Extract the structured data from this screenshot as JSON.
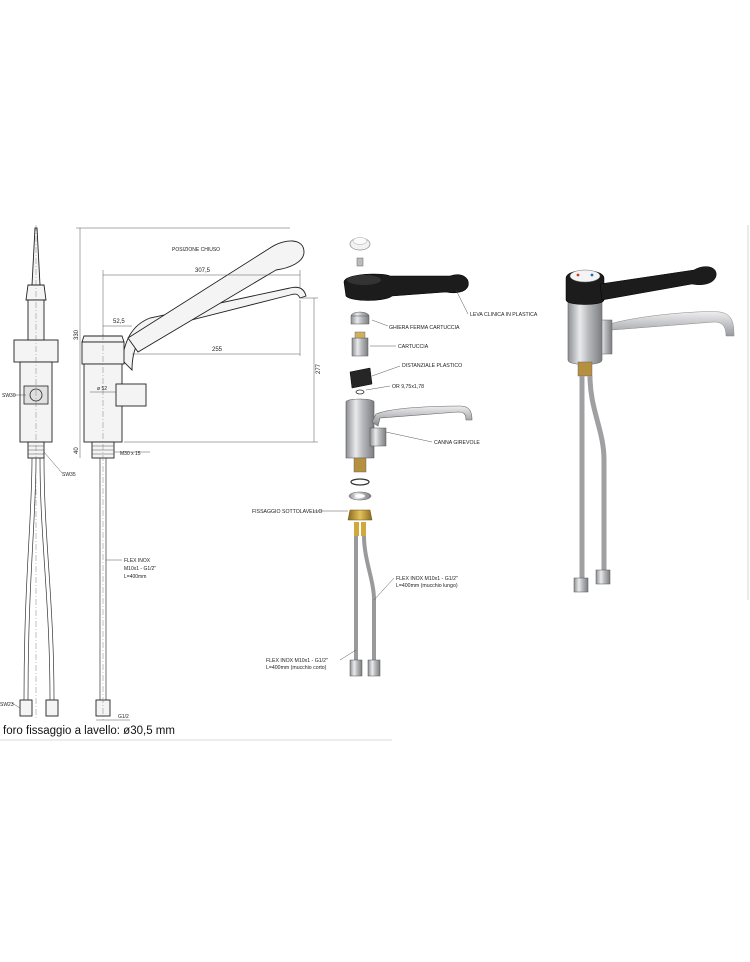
{
  "footer_note": "foro fissaggio a lavello: ø30,5 mm",
  "drawing": {
    "dimensions": {
      "closed_position": "POSIZIONE CHIUSO",
      "spout_reach": "307,5",
      "offset": "52,5",
      "height_total": "330",
      "spout_length": "255",
      "spout_height": "277",
      "base_height": "40",
      "diameter": "ø 52",
      "thread": "M30 x 15",
      "wrench_mid": "SW30",
      "wrench_base": "SW35",
      "wrench_bottom": "SW23",
      "hose_fitting": "G1/2"
    },
    "flex_callout": [
      "FLEX INOX",
      "M10x1 - G1/2\"",
      "L=400mm"
    ]
  },
  "exploded": {
    "labels": {
      "lever": "LEVA CLINICA IN PLASTICA",
      "ring_nut": "GHIERA FERMA CARTUCCIA",
      "cartridge": "CARTUCCIA",
      "spacer": "DISTANZIALE PLASTICO",
      "oring": "OR 9,75x1,78",
      "spout": "CANNA GIREVOLE",
      "fixing": "FISSAGGIO SOTTOLAVELLO",
      "flex_long": [
        "FLEX INOX M10x1 - G1/2\"",
        "L=400mm (mucchio lungo)"
      ],
      "flex_short": [
        "FLEX INOX M10x1 - G1/2\"",
        "L=400mm (mucchio corto)"
      ]
    }
  },
  "colors": {
    "lever": "#1c1c1c",
    "chrome": "#c9c9cb",
    "brass": "#c9a23a",
    "line": "#333333"
  }
}
